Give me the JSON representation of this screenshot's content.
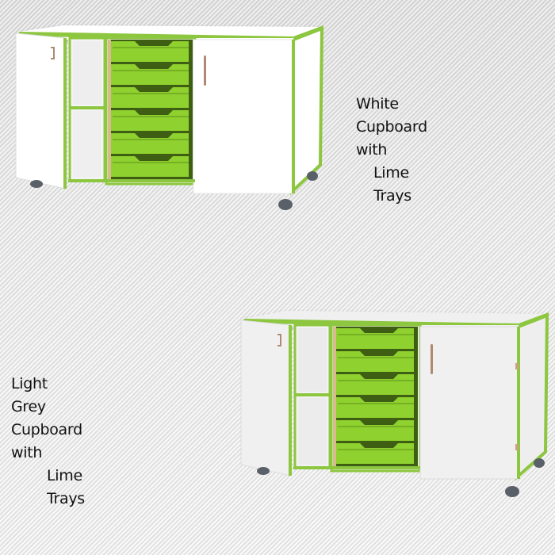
{
  "products": [
    {
      "id": "white",
      "caption_line1": "White Cupboard with",
      "caption_line2": "Lime Trays",
      "body_color": "#ffffff",
      "edge_color": "#8dc63f",
      "tray_color": "#8fd12e",
      "tray_count": 6
    },
    {
      "id": "light-grey",
      "caption_line1": "Light Grey Cupboard with",
      "caption_line2": "Lime Trays",
      "body_color": "#f1f1f1",
      "edge_color": "#8dc63f",
      "tray_color": "#8fd12e",
      "tray_count": 6
    }
  ],
  "colors": {
    "edge": "#8dc63f",
    "tray": "#8fd12e",
    "tray_dark": "#4f7d12",
    "castor": "#5a6068",
    "handle": "#b08a70"
  }
}
